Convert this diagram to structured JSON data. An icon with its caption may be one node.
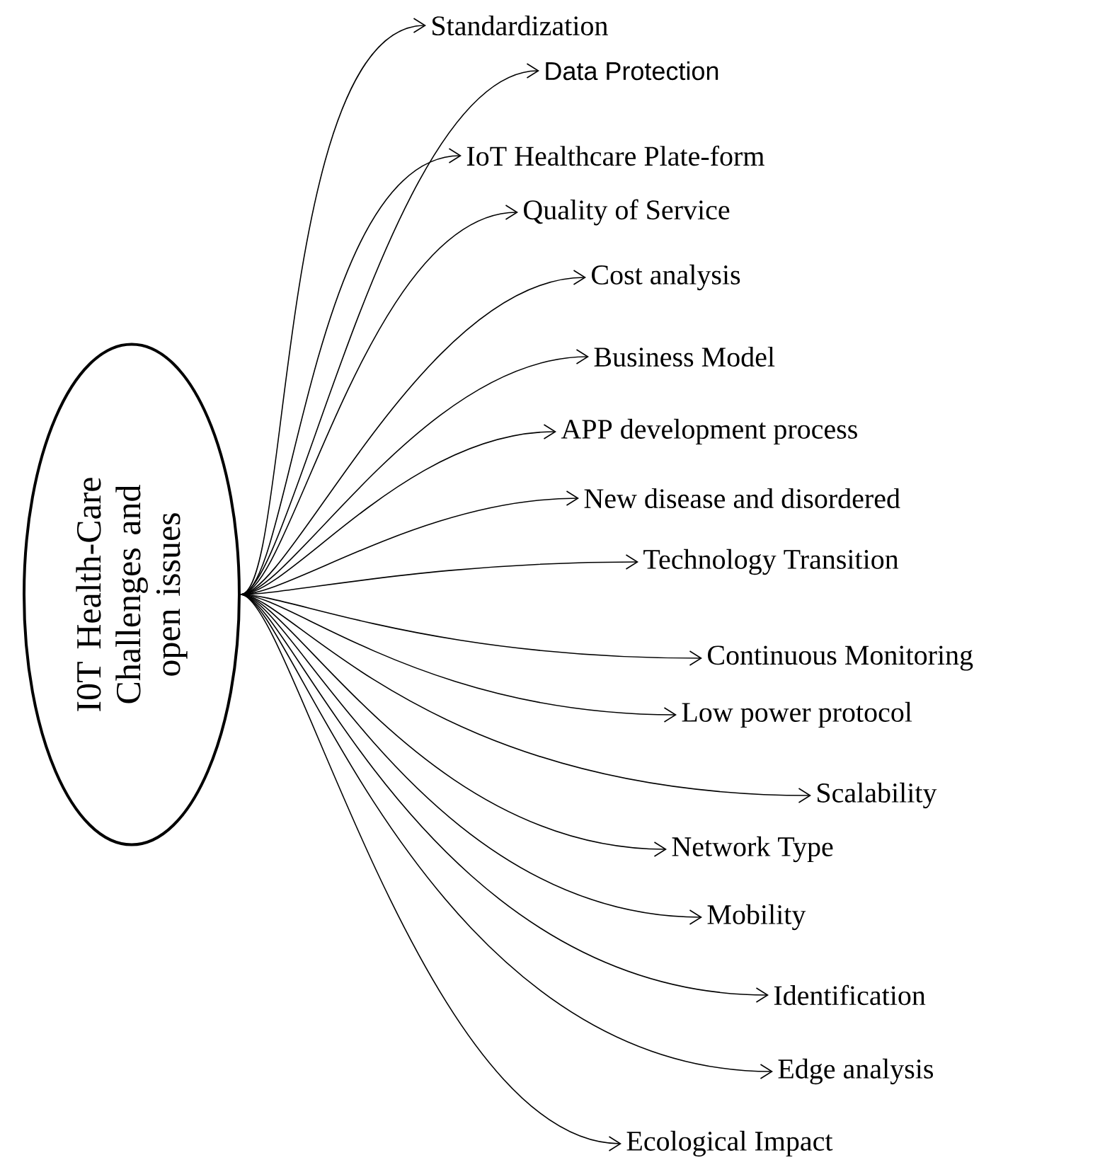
{
  "diagram": {
    "nodes": [
      {
        "text": [
          "I0T Health-Care Challenges and open issues"
        ]
      },
      {
        "text": [
          "Standardization"
        ]
      },
      {
        "text": [
          "Data Protection"
        ]
      },
      {
        "text": [
          "IoT Healthcare Plate-form"
        ]
      },
      {
        "text": [
          "Quality of Service"
        ]
      },
      {
        "text": [
          "Cost analysis"
        ]
      },
      {
        "text": [
          "Business Model"
        ]
      },
      {
        "text": [
          "APP development process"
        ]
      },
      {
        "text": [
          "New disease and disordered"
        ]
      },
      {
        "text": [
          "Technology Transition"
        ]
      },
      {
        "text": [
          "Continuous Monitoring"
        ]
      },
      {
        "text": [
          "Low power protocol"
        ]
      },
      {
        "text": [
          "Scalability"
        ]
      },
      {
        "text": [
          "Network Type"
        ]
      },
      {
        "text": [
          "Mobility"
        ]
      },
      {
        "text": [
          "Identification"
        ]
      },
      {
        "text": [
          "Edge analysis"
        ]
      },
      {
        "text": [
          "Ecological Impact"
        ]
      }
    ],
    "edges": [
      {
        "from": 0,
        "to": 1,
        "arrow": "to"
      },
      {
        "from": 0,
        "to": 2,
        "arrow": "to"
      },
      {
        "from": 0,
        "to": 3,
        "arrow": "to"
      },
      {
        "from": 0,
        "to": 4,
        "arrow": "to"
      },
      {
        "from": 0,
        "to": 5,
        "arrow": "to"
      },
      {
        "from": 0,
        "to": 6,
        "arrow": "to"
      },
      {
        "from": 0,
        "to": 7,
        "arrow": "to"
      },
      {
        "from": 0,
        "to": 8,
        "arrow": "to"
      },
      {
        "from": 0,
        "to": 9,
        "arrow": "to"
      },
      {
        "from": 0,
        "to": 10,
        "arrow": "to"
      },
      {
        "from": 0,
        "to": 11,
        "arrow": "to"
      },
      {
        "from": 0,
        "to": 12,
        "arrow": "to"
      },
      {
        "from": 0,
        "to": 13,
        "arrow": "to"
      },
      {
        "from": 0,
        "to": 14,
        "arrow": "to"
      },
      {
        "from": 0,
        "to": 15,
        "arrow": "to"
      },
      {
        "from": 0,
        "to": 16,
        "arrow": "to"
      },
      {
        "from": 0,
        "to": 17,
        "arrow": "to"
      }
    ]
  }
}
